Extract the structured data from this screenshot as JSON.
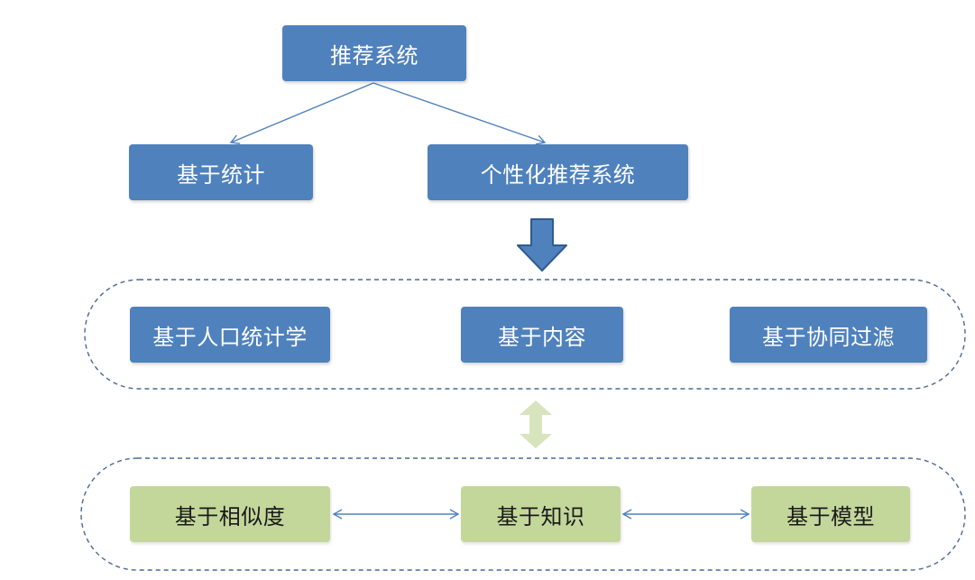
{
  "colors": {
    "node_blue": "#4f81bd",
    "node_green": "#c4d79b",
    "connector_blue": "#4f81bd",
    "group_outline": "#4a6894",
    "double_arrow_green": "#d7e4bd"
  },
  "diagram": {
    "root": "推荐系统",
    "level1": {
      "statistics": "基于统计",
      "personalized": "个性化推荐系统"
    },
    "approaches": {
      "demographic": "基于人口统计学",
      "content": "基于内容",
      "collaborative_filtering": "基于协同过滤"
    },
    "methods": {
      "similarity": "基于相似度",
      "knowledge": "基于知识",
      "model": "基于模型"
    }
  }
}
